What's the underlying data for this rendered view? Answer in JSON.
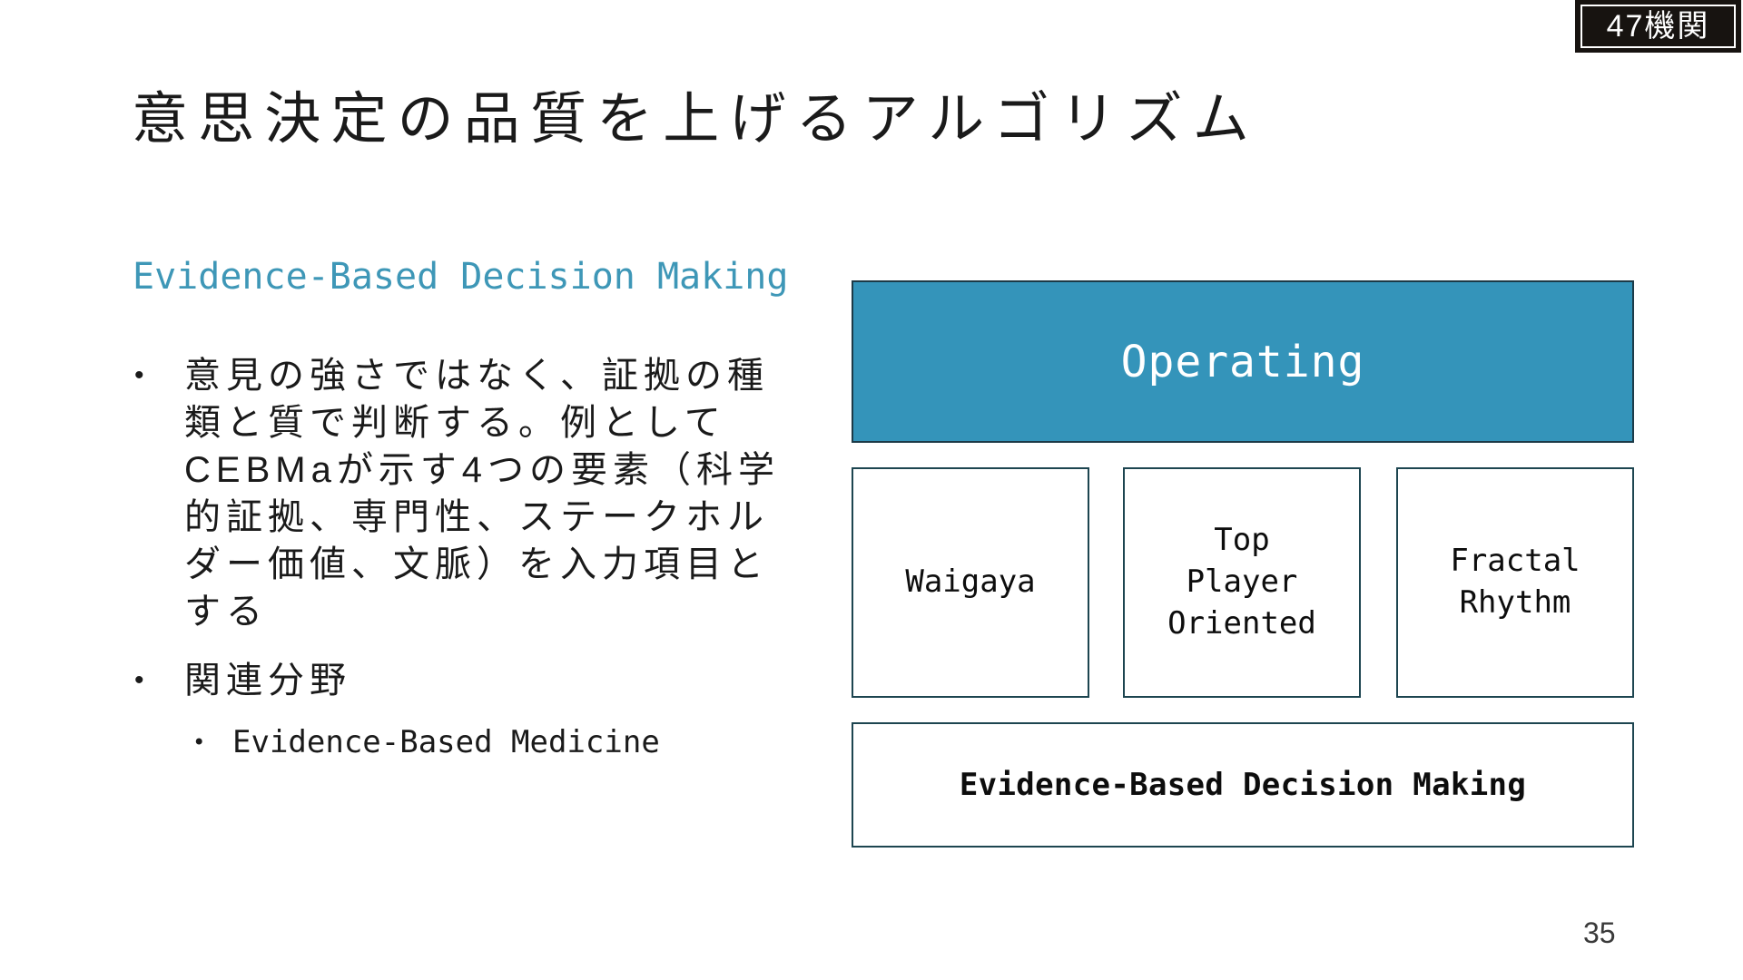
{
  "slide": {
    "title": "意思決定の品質を上げるアルゴリズム",
    "page_number": "35",
    "logo_text": "47機関"
  },
  "left_column": {
    "heading": "Evidence-Based Decision Making",
    "bullets": [
      {
        "level": 1,
        "text": "意見の強さではなく、証拠の種類と質で判断する。例としてCEBMaが示す4つの要素（科学的証拠、専門性、ステークホルダー価値、文脈）を入力項目とする"
      },
      {
        "level": 1,
        "text": "関連分野"
      },
      {
        "level": 2,
        "text": "Evidence-Based Medicine"
      }
    ],
    "bullet_marker": "•"
  },
  "diagram": {
    "top_box": {
      "label": "Operating"
    },
    "middle_boxes": [
      {
        "label": "Waigaya"
      },
      {
        "label": "Top Player Oriented"
      },
      {
        "label": "Fractal Rhythm"
      }
    ],
    "bottom_box": {
      "label": "Evidence-Based Decision Making"
    }
  },
  "colors": {
    "fill_teal": "#3494ba",
    "heading_teal": "#3e97b7",
    "border_teal": "#1d4550",
    "logo_bg": "#171310"
  }
}
